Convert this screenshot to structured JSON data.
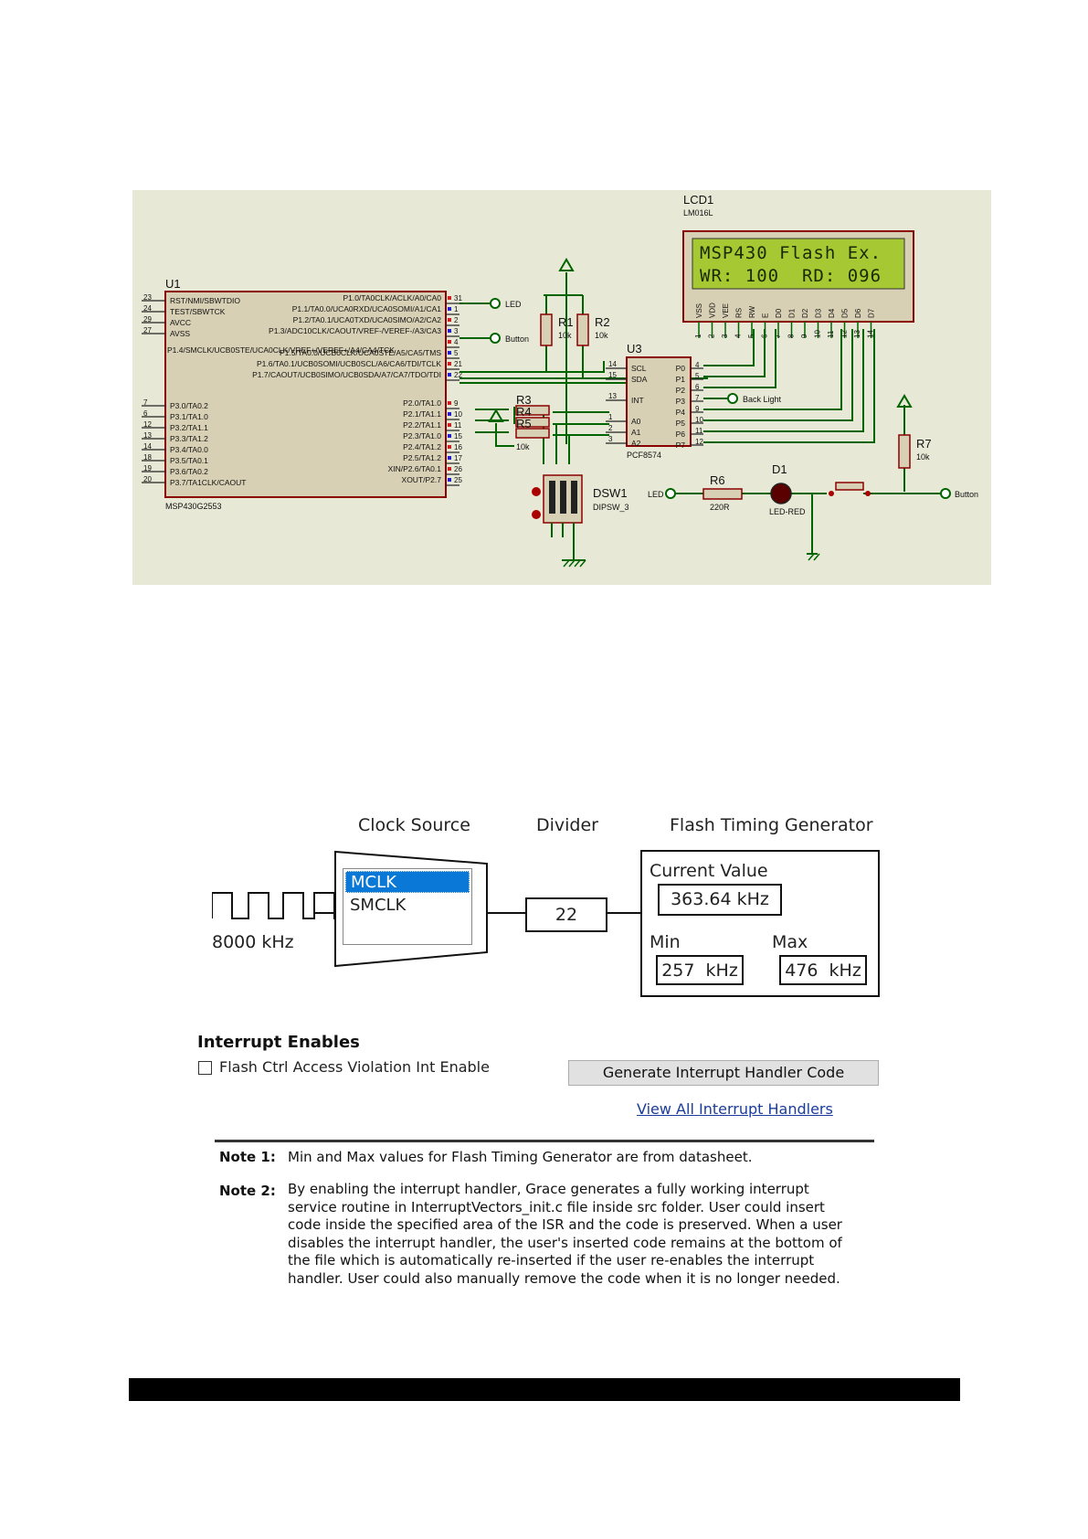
{
  "schematic": {
    "lcd": {
      "ref": "LCD1",
      "part": "LM016L",
      "line1": "MSP430 Flash Ex.",
      "line2": "WR: 100  RD: 096",
      "pins": [
        "VSS",
        "VDD",
        "VEE",
        "RS",
        "RW",
        "E",
        "D0",
        "D1",
        "D2",
        "D3",
        "D4",
        "D5",
        "D6",
        "D7"
      ],
      "pin_nums": [
        "1",
        "2",
        "3",
        "4",
        "5",
        "6",
        "7",
        "8",
        "9",
        "10",
        "11",
        "12",
        "13",
        "14"
      ]
    },
    "mcu": {
      "ref": "U1",
      "part": "MSP430G2553",
      "left_pins": [
        {
          "num": "23",
          "name": "RST/NMI/SBWTDIO"
        },
        {
          "num": "24",
          "name": "TEST/SBWTCK"
        },
        {
          "num": "29",
          "name": "AVCC"
        },
        {
          "num": "27",
          "name": "AVSS"
        },
        {
          "num": "7",
          "name": "P3.0/TA0.2"
        },
        {
          "num": "6",
          "name": "P3.1/TA1.0"
        },
        {
          "num": "12",
          "name": "P3.2/TA1.1"
        },
        {
          "num": "13",
          "name": "P3.3/TA1.2"
        },
        {
          "num": "14",
          "name": "P3.4/TA0.0"
        },
        {
          "num": "18",
          "name": "P3.5/TA0.1"
        },
        {
          "num": "19",
          "name": "P3.6/TA0.2"
        },
        {
          "num": "20",
          "name": "P3.7/TA1CLK/CAOUT"
        }
      ],
      "p1_left": "P1.4/SMCLK/UCB0STE/UCA0CLK/VREF+/VEREF+/A4/CA4/TCK",
      "right_pins": [
        {
          "num": "31",
          "name": "P1.0/TA0CLK/ACLK/A0/CA0"
        },
        {
          "num": "1",
          "name": "P1.1/TA0.0/UCA0RXD/UCA0SOMI/A1/CA1"
        },
        {
          "num": "2",
          "name": "P1.2/TA0.1/UCA0TXD/UCA0SIMO/A2/CA2"
        },
        {
          "num": "3",
          "name": "P1.3/ADC10CLK/CAOUT/VREF-/VEREF-/A3/CA3"
        },
        {
          "num": "4",
          "name": ""
        },
        {
          "num": "5",
          "name": "P1.5/TA0.0/UCB0CLK/UCA0STE/A5/CA5/TMS"
        },
        {
          "num": "21",
          "name": "P1.6/TA0.1/UCB0SOMI/UCB0SCL/A6/CA6/TDI/TCLK"
        },
        {
          "num": "22",
          "name": "P1.7/CAOUT/UCB0SIMO/UCB0SDA/A7/CA7/TDO/TDI"
        },
        {
          "num": "9",
          "name": "P2.0/TA1.0"
        },
        {
          "num": "10",
          "name": "P2.1/TA1.1"
        },
        {
          "num": "11",
          "name": "P2.2/TA1.1"
        },
        {
          "num": "15",
          "name": "P2.3/TA1.0"
        },
        {
          "num": "16",
          "name": "P2.4/TA1.2"
        },
        {
          "num": "17",
          "name": "P2.5/TA1.2"
        },
        {
          "num": "26",
          "name": "XIN/P2.6/TA0.1"
        },
        {
          "num": "25",
          "name": "XOUT/P2.7"
        }
      ]
    },
    "labels": {
      "led": "LED",
      "button": "Button",
      "back_light": "Back Light",
      "button2": "Button",
      "led2": "LED"
    },
    "r1": {
      "ref": "R1",
      "val": "10k"
    },
    "r2": {
      "ref": "R2",
      "val": "10k"
    },
    "r3": "R3",
    "r4": "R4",
    "r5": "R5",
    "r345_val": "10k",
    "r6": {
      "ref": "R6",
      "val": "220R"
    },
    "r7": {
      "ref": "R7",
      "val": "10k"
    },
    "d1": {
      "ref": "D1",
      "part": "LED-RED"
    },
    "dsw": {
      "ref": "DSW1",
      "part": "DIPSW_3"
    },
    "u3": {
      "ref": "U3",
      "part": "PCF8574",
      "left": [
        {
          "num": "14",
          "name": "SCL"
        },
        {
          "num": "15",
          "name": "SDA"
        },
        {
          "num": "13",
          "name": "INT"
        },
        {
          "num": "1",
          "name": "A0"
        },
        {
          "num": "2",
          "name": "A1"
        },
        {
          "num": "3",
          "name": "A2"
        }
      ],
      "right": [
        {
          "num": "4",
          "name": "P0"
        },
        {
          "num": "5",
          "name": "P1"
        },
        {
          "num": "6",
          "name": "P2"
        },
        {
          "num": "7",
          "name": "P3"
        },
        {
          "num": "9",
          "name": "P4"
        },
        {
          "num": "10",
          "name": "P5"
        },
        {
          "num": "11",
          "name": "P6"
        },
        {
          "num": "12",
          "name": "P7"
        }
      ]
    }
  },
  "flash_config": {
    "clock_source_title": "Clock Source",
    "divider_title": "Divider",
    "ftg_title": "Flash Timing Generator",
    "input_freq": "8000 kHz",
    "clock_options": [
      "MCLK",
      "SMCLK"
    ],
    "selected_clock": "MCLK",
    "divider_value": "22",
    "current_value_label": "Current Value",
    "current_value": "363.64 kHz",
    "min_label": "Min",
    "min_value": "257  kHz",
    "max_label": "Max",
    "max_value": "476  kHz",
    "interrupt_title": "Interrupt Enables",
    "interrupt_checkbox_label": "Flash Ctrl Access Violation Int Enable",
    "interrupt_checked": false,
    "generate_button": "Generate Interrupt Handler Code",
    "view_link": "View All Interrupt Handlers",
    "note1_label": "Note 1:",
    "note1_text": "Min and Max values for Flash Timing Generator are from datasheet.",
    "note2_label": "Note 2:",
    "note2_lines": [
      "By enabling the interrupt handler, Grace generates a fully working interrupt",
      "service routine in InterruptVectors_init.c file inside src folder. User could insert",
      "code inside the specified area of the ISR and the code is preserved. When a user",
      "disables the interrupt handler, the user's inserted code remains at the bottom of",
      "the file which is automatically re-inserted if the user re-enables the interrupt",
      "handler. User could also manually remove the code when it is no longer needed."
    ]
  },
  "colors": {
    "schematic_bg": "#e8e8d6",
    "chip_fill": "#d8d0b4",
    "chip_border": "#8b0000",
    "wire": "#006400",
    "lcd_screen": "#a6c832",
    "lcd_text": "#1a2a00",
    "selection": "#0a78d7",
    "link": "#1a3c9c",
    "footer_bar": "#000000"
  }
}
